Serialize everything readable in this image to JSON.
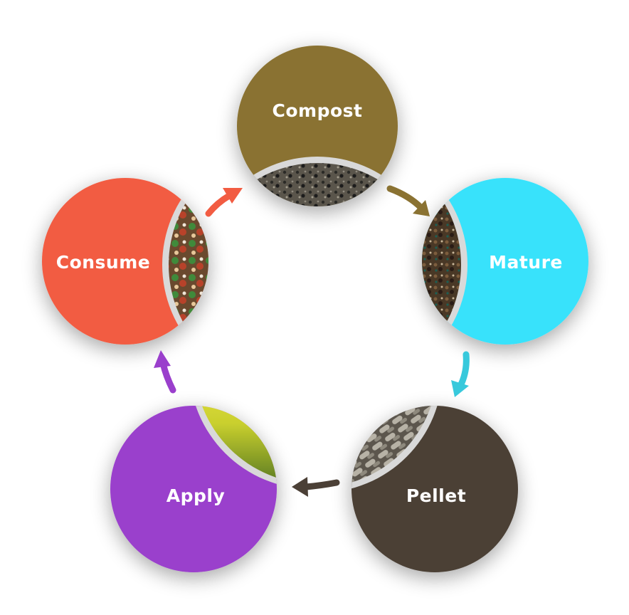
{
  "diagram": {
    "type": "cycle",
    "stages": [
      {
        "id": "compost",
        "label": "Compost",
        "color": "#8a7232",
        "image_hint": "compost-soil-photo"
      },
      {
        "id": "mature",
        "label": "Mature",
        "color": "#38e2fb",
        "image_hint": "maturing-compost-photo"
      },
      {
        "id": "pellet",
        "label": "Pellet",
        "color": "#4b4036",
        "image_hint": "fertilizer-pellets-photo"
      },
      {
        "id": "apply",
        "label": "Apply",
        "color": "#9a3fcc",
        "image_hint": "crop-field-photo"
      },
      {
        "id": "consume",
        "label": "Consume",
        "color": "#f25c42",
        "image_hint": "food-plate-photo"
      }
    ],
    "flow": [
      {
        "from": "compost",
        "to": "mature",
        "color": "#8a7232"
      },
      {
        "from": "mature",
        "to": "pellet",
        "color": "#38c9dc"
      },
      {
        "from": "pellet",
        "to": "apply",
        "color": "#4b4036"
      },
      {
        "from": "apply",
        "to": "consume",
        "color": "#9a3fcc"
      },
      {
        "from": "consume",
        "to": "compost",
        "color": "#f25c42"
      }
    ]
  }
}
